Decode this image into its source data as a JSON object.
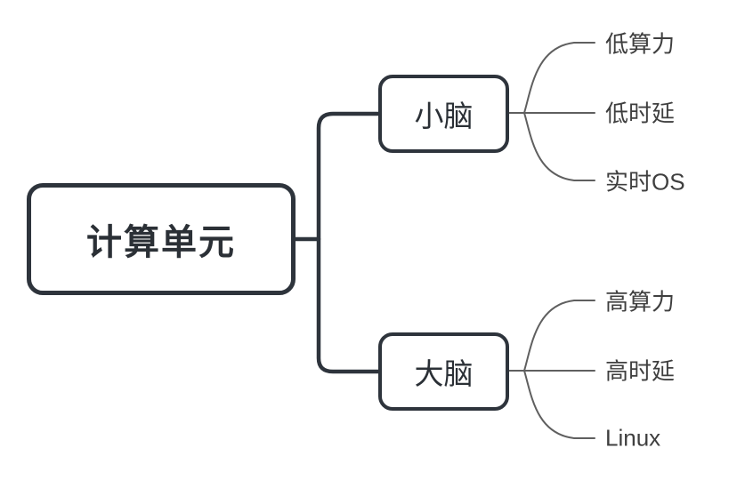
{
  "diagram": {
    "type": "mindmap",
    "orientation": "left-to-right"
  },
  "colors": {
    "background": "#ffffff",
    "node_border": "#2e343c",
    "node_fill": "#ffffff",
    "node_text": "#2b3036",
    "trunk_line": "#2e343c",
    "leaf_line": "#5f5f5f",
    "leaf_text": "#3f3f3f"
  },
  "tree": {
    "root": {
      "label": "计算单元"
    },
    "branches": [
      {
        "label": "小脑",
        "children": [
          {
            "label": "低算力"
          },
          {
            "label": "低时延"
          },
          {
            "label": "实时OS"
          }
        ]
      },
      {
        "label": "大脑",
        "children": [
          {
            "label": "高算力"
          },
          {
            "label": "高时延"
          },
          {
            "label": "Linux"
          }
        ]
      }
    ]
  }
}
